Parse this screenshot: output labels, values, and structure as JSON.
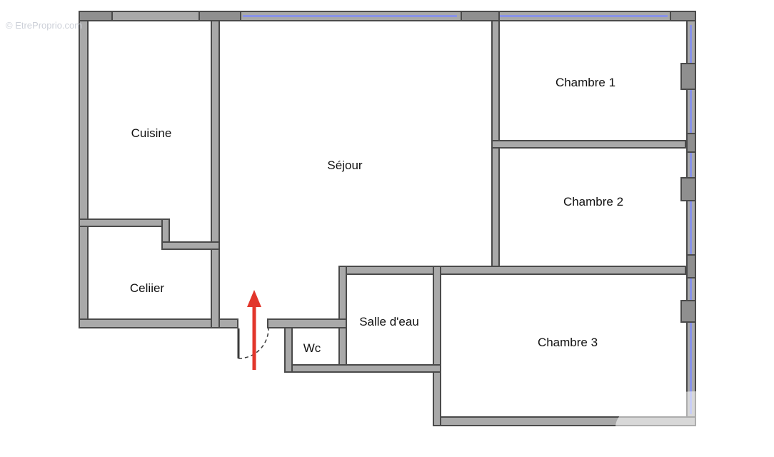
{
  "watermark": {
    "text": "© EtreProprio.com"
  },
  "rooms": {
    "cuisine": {
      "label": "Cuisine"
    },
    "sejour": {
      "label": "Séjour"
    },
    "chambre1": {
      "label": "Chambre 1"
    },
    "chambre2": {
      "label": "Chambre 2"
    },
    "cellier": {
      "label": "Celiier"
    },
    "salle_deau": {
      "label": "Salle d'eau"
    },
    "wc": {
      "label": "Wc"
    },
    "chambre3": {
      "label": "Chambre 3"
    }
  },
  "colors": {
    "wall_fill": "#a9a9a9",
    "wall_outline": "#4a4a4a",
    "pier_fill": "#8f8f8f",
    "window": "#8892e8",
    "entrance_arrow": "#e2362b",
    "watermark": "#ccd0d8",
    "label_color": "#111111"
  }
}
